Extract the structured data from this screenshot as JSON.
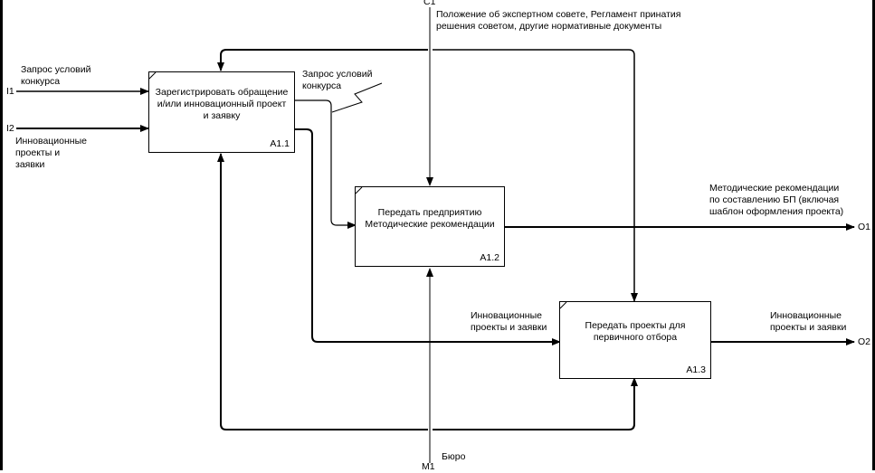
{
  "boxes": [
    {
      "id": "A1.1",
      "title_lines": [
        "Зарегистрировать обращение",
        "и/или инновационный проект",
        "и заявку"
      ],
      "number": "A1.1"
    },
    {
      "id": "A1.2",
      "title_lines": [
        "Передать предприятию",
        "Методические рекомендации"
      ],
      "number": "A1.2"
    },
    {
      "id": "A1.3",
      "title_lines": [
        "Передать проекты для",
        "первичного отбора"
      ],
      "number": "A1.3"
    }
  ],
  "inputs": [
    {
      "code": "I1",
      "label_lines": [
        "Запрос условий",
        "конкурса"
      ]
    },
    {
      "code": "I2",
      "label_lines": [
        "Инновационные",
        "проекты и",
        "заявки"
      ]
    }
  ],
  "controls": [
    {
      "code": "C1",
      "label_lines": [
        "Положение об экспертном совете, Регламент принатия",
        "решения советом, другие нормативные документы"
      ]
    }
  ],
  "mechanisms": [
    {
      "code": "M1",
      "label": "Бюро"
    }
  ],
  "outputs": [
    {
      "code": "O1",
      "label_lines": [
        "Методические рекомендации",
        "по составлению БП (включая",
        "шаблон оформления проекта)"
      ]
    },
    {
      "code": "O2",
      "label_lines": [
        "Инновационные",
        "проекты и заявки"
      ]
    }
  ],
  "internal_arrows": [
    {
      "from": "A1.1",
      "to": "A1.2",
      "label_lines": [
        "Запрос условий",
        "конкурса"
      ]
    },
    {
      "from": "A1.1",
      "to": "A1.3",
      "label_lines": [
        "Инновационные",
        "проекты и заявки"
      ]
    }
  ],
  "colors": {
    "line": "#000000",
    "background": "#ffffff"
  }
}
